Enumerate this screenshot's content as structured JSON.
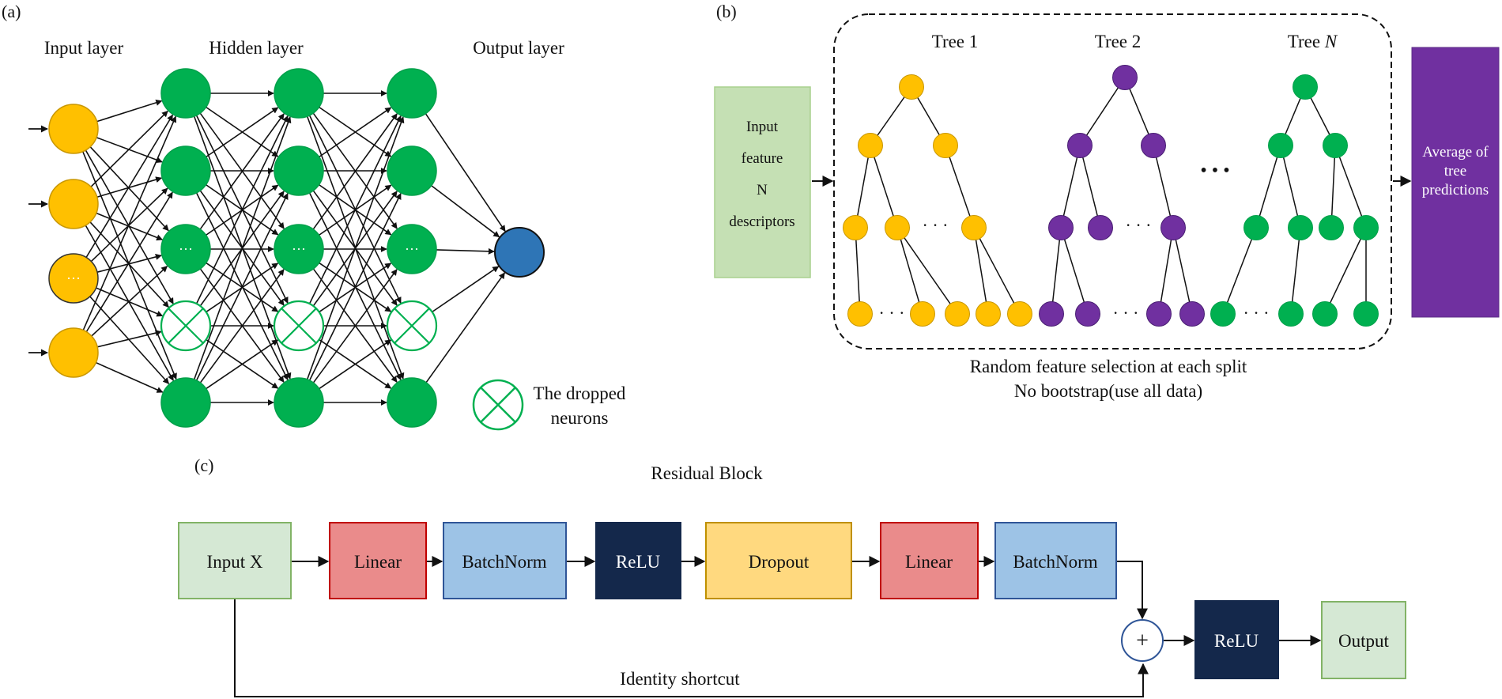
{
  "panels": {
    "a": {
      "tag": "(a)",
      "input_layer_label": "Input layer",
      "hidden_layer_label": "Hidden layer",
      "output_layer_label": "Output layer",
      "ellipsis": "···",
      "dropped_legend_line1": "The dropped",
      "dropped_legend_line2": "neurons"
    },
    "b": {
      "tag": "(b)",
      "input_box_lines": [
        "Input",
        "feature",
        "N",
        "descriptors"
      ],
      "trees": [
        {
          "label": "Tree 1",
          "label_italic": ""
        },
        {
          "label": "Tree 2",
          "label_italic": ""
        },
        {
          "label": "Tree ",
          "label_italic": "N"
        }
      ],
      "dots": "· · ·",
      "big_dots": "• • •",
      "output_box_lines": [
        "Average of",
        "tree",
        "predictions"
      ],
      "caption_line1": "Random feature selection at each split",
      "caption_line2": "No bootstrap(use all data)"
    },
    "c": {
      "tag": "(c)",
      "title": "Residual Block",
      "blocks": [
        "Input X",
        "Linear",
        "BatchNorm",
        "ReLU",
        "Dropout",
        "Linear",
        "BatchNorm"
      ],
      "plus_symbol": "+",
      "relu_out": "ReLU",
      "output": "Output",
      "shortcut_label": "Identity shortcut"
    }
  },
  "colors": {
    "yellow": "#FFC000",
    "green": "#00B050",
    "blue": "#2E75B6",
    "purple": "#7030A0",
    "input_green_fill": "#D5E8D4",
    "input_green_stroke": "#82B366",
    "linear_fill": "#EA8B8B",
    "linear_stroke": "#C00000",
    "bn_fill": "#9DC3E6",
    "bn_stroke": "#2F5597",
    "relu_fill": "#14284B",
    "dropout_fill": "#FFD97F",
    "dropout_stroke": "#BF9000",
    "rf_input_fill": "#C5E0B4"
  }
}
